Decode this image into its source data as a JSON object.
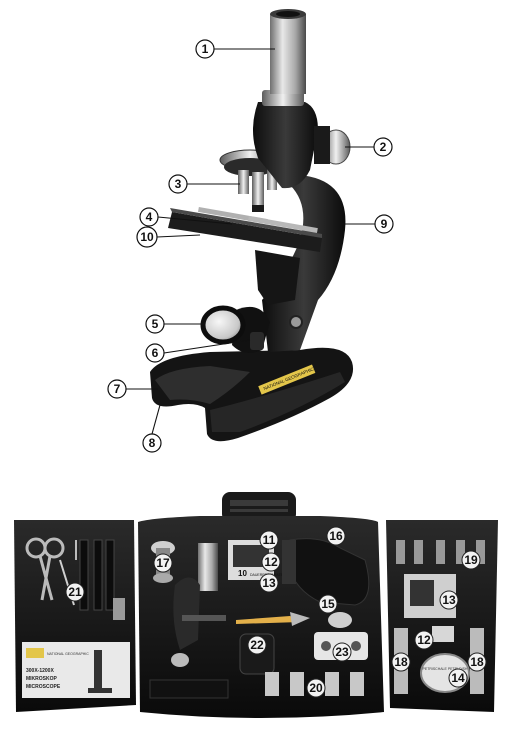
{
  "microscope_callouts": [
    {
      "label": "1"
    },
    {
      "label": "2"
    },
    {
      "label": "3"
    },
    {
      "label": "4"
    },
    {
      "label": "10"
    },
    {
      "label": "9"
    },
    {
      "label": "5"
    },
    {
      "label": "6"
    },
    {
      "label": "7"
    },
    {
      "label": "8"
    }
  ],
  "microscope_badge": "NATIONAL GEOGRAPHIC",
  "case_callouts": [
    {
      "label": "11"
    },
    {
      "label": "16"
    },
    {
      "label": "17"
    },
    {
      "label": "12"
    },
    {
      "label": "13"
    },
    {
      "label": "21"
    },
    {
      "label": "15"
    },
    {
      "label": "22"
    },
    {
      "label": "23"
    },
    {
      "label": "20"
    },
    {
      "label": "19"
    },
    {
      "label": "13"
    },
    {
      "label": "12"
    },
    {
      "label": "18"
    },
    {
      "label": "18"
    },
    {
      "label": "14"
    }
  ],
  "case_printed": {
    "box_left_brand": "NATIONAL GEOGRAPHIC",
    "box_left_line1": "300X-1200X",
    "box_left_line2": "MIKROSKOP",
    "box_left_line3": "MICROSCOPE",
    "card_number": "10",
    "card_text": "DAUERPRÄPARATE",
    "dish_text": "PETRISCHALE PETRI DISH"
  }
}
